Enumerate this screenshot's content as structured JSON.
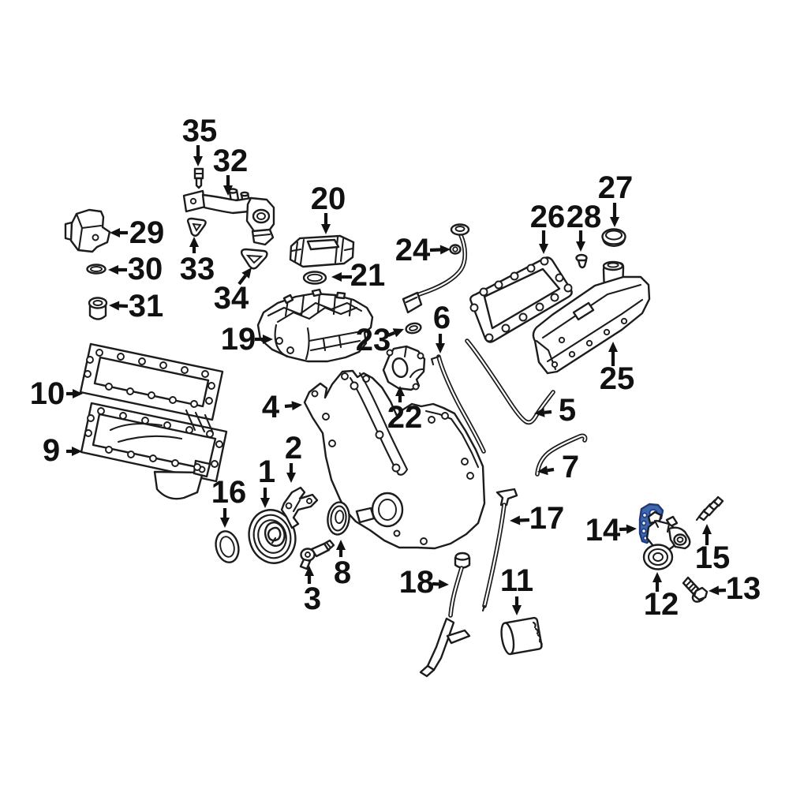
{
  "diagram": {
    "type": "exploded-parts-diagram",
    "colors": {
      "background": "#ffffff",
      "ink": "#1c1c1c",
      "highlight_fill": "#4266ae",
      "highlight_stroke": "#1d3a7c"
    },
    "highlighted_part_number": "14",
    "callout_font_size": 40,
    "callouts": [
      {
        "label": "1",
        "t": [
          338,
          598
        ],
        "a": [
          336,
          618
        ],
        "b": [
          336,
          644
        ]
      },
      {
        "label": "2",
        "t": [
          372,
          568
        ],
        "a": [
          369,
          587
        ],
        "b": [
          369,
          612
        ]
      },
      {
        "label": "3",
        "t": [
          396,
          759
        ],
        "a": [
          392,
          740
        ],
        "b": [
          392,
          717
        ]
      },
      {
        "label": "4",
        "t": [
          343,
          516
        ],
        "a": [
          361,
          515
        ],
        "b": [
          383,
          513
        ]
      },
      {
        "label": "5",
        "t": [
          719,
          520
        ],
        "a": [
          699,
          522
        ],
        "b": [
          677,
          524
        ]
      },
      {
        "label": "6",
        "t": [
          560,
          403
        ],
        "a": [
          558,
          423
        ],
        "b": [
          558,
          448
        ]
      },
      {
        "label": "7",
        "t": [
          723,
          592
        ],
        "a": [
          702,
          595
        ],
        "b": [
          681,
          598
        ]
      },
      {
        "label": "8",
        "t": [
          434,
          726
        ],
        "a": [
          432,
          706
        ],
        "b": [
          432,
          684
        ]
      },
      {
        "label": "9",
        "t": [
          65,
          571
        ],
        "a": [
          84,
          572
        ],
        "b": [
          104,
          572
        ]
      },
      {
        "label": "10",
        "t": [
          60,
          499
        ],
        "a": [
          84,
          499
        ],
        "b": [
          105,
          499
        ]
      },
      {
        "label": "11",
        "t": [
          655,
          736
        ],
        "a": [
          655,
          756
        ],
        "b": [
          655,
          780
        ]
      },
      {
        "label": "12",
        "t": [
          838,
          766
        ],
        "a": [
          833,
          750
        ],
        "b": [
          833,
          725
        ]
      },
      {
        "label": "13",
        "t": [
          942,
          746
        ],
        "a": [
          920,
          748
        ],
        "b": [
          898,
          749
        ]
      },
      {
        "label": "14",
        "t": [
          764,
          672
        ],
        "a": [
          785,
          671
        ],
        "b": [
          807,
          670
        ]
      },
      {
        "label": "15",
        "t": [
          903,
          707
        ],
        "a": [
          896,
          691
        ],
        "b": [
          896,
          664
        ]
      },
      {
        "label": "16",
        "t": [
          290,
          624
        ],
        "a": [
          285,
          644
        ],
        "b": [
          285,
          669
        ]
      },
      {
        "label": "17",
        "t": [
          693,
          657
        ],
        "a": [
          671,
          659
        ],
        "b": [
          646,
          660
        ]
      },
      {
        "label": "18",
        "t": [
          528,
          738
        ],
        "a": [
          548,
          740
        ],
        "b": [
          569,
          741
        ]
      },
      {
        "label": "19",
        "t": [
          302,
          430
        ],
        "a": [
          323,
          430
        ],
        "b": [
          346,
          430
        ]
      },
      {
        "label": "20",
        "t": [
          416,
          252
        ],
        "a": [
          413,
          270
        ],
        "b": [
          413,
          297
        ]
      },
      {
        "label": "21",
        "t": [
          466,
          349
        ],
        "a": [
          446,
          351
        ],
        "b": [
          420,
          351
        ]
      },
      {
        "label": "22",
        "t": [
          513,
          529
        ],
        "a": [
          507,
          510
        ],
        "b": [
          507,
          489
        ]
      },
      {
        "label": "23",
        "t": [
          473,
          431
        ],
        "a": [
          492,
          425
        ],
        "b": [
          512,
          417
        ]
      },
      {
        "label": "24",
        "t": [
          523,
          317
        ],
        "a": [
          545,
          317
        ],
        "b": [
          571,
          316
        ]
      },
      {
        "label": "25",
        "t": [
          782,
          480
        ],
        "a": [
          777,
          464
        ],
        "b": [
          777,
          433
        ]
      },
      {
        "label": "26",
        "t": [
          694,
          275
        ],
        "a": [
          689,
          292
        ],
        "b": [
          689,
          322
        ]
      },
      {
        "label": "27",
        "t": [
          780,
          238
        ],
        "a": [
          779,
          257
        ],
        "b": [
          779,
          288
        ]
      },
      {
        "label": "28",
        "t": [
          740,
          275
        ],
        "a": [
          736,
          292
        ],
        "b": [
          736,
          319
        ]
      },
      {
        "label": "29",
        "t": [
          186,
          295
        ],
        "a": [
          162,
          295
        ],
        "b": [
          139,
          295
        ]
      },
      {
        "label": "30",
        "t": [
          184,
          341
        ],
        "a": [
          161,
          342
        ],
        "b": [
          137,
          342
        ]
      },
      {
        "label": "31",
        "t": [
          185,
          388
        ],
        "a": [
          162,
          388
        ],
        "b": [
          138,
          387
        ]
      },
      {
        "label": "32",
        "t": [
          292,
          204
        ],
        "a": [
          289,
          222
        ],
        "b": [
          289,
          248
        ]
      },
      {
        "label": "33",
        "t": [
          250,
          341
        ],
        "a": [
          246,
          321
        ],
        "b": [
          246,
          300
        ]
      },
      {
        "label": "34",
        "t": [
          293,
          378
        ],
        "a": [
          303,
          360
        ],
        "b": [
          319,
          339
        ]
      },
      {
        "label": "35",
        "t": [
          253,
          166
        ],
        "a": [
          251,
          184
        ],
        "b": [
          251,
          211
        ]
      }
    ]
  }
}
